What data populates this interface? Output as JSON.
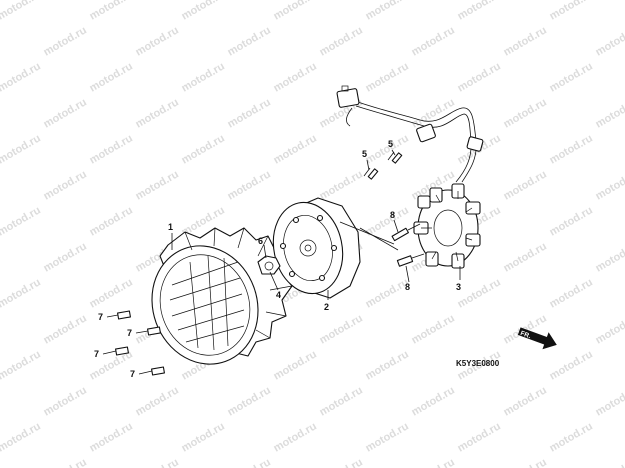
{
  "watermark": {
    "text": "motod.ru"
  },
  "diagram_code": "K5Y3E0800",
  "direction_label": "FR.",
  "callouts": {
    "c1": "1",
    "c2": "2",
    "c3": "3",
    "c4": "4",
    "c6": "6",
    "c5a": "5",
    "c5b": "5",
    "c8a": "8",
    "c8b": "8",
    "c7a": "7",
    "c7b": "7",
    "c7c": "7",
    "c7d": "7"
  },
  "colors": {
    "line": "#111111",
    "watermark": "#dcdcdc",
    "background": "#ffffff"
  }
}
